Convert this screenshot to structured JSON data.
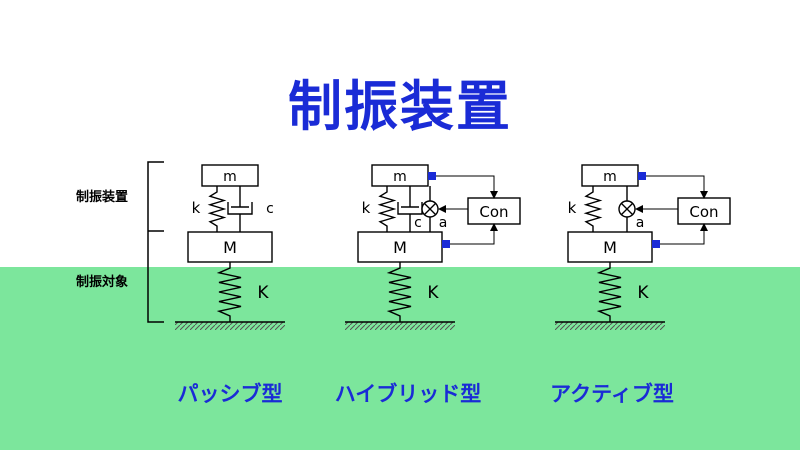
{
  "title": "制振装置",
  "side_labels": {
    "device": "制振装置",
    "target": "制振対象"
  },
  "systems": [
    {
      "type_label": "パッシブ型",
      "has_damper": true,
      "has_controller": false,
      "has_actuator": false
    },
    {
      "type_label": "ハイブリッド型",
      "has_damper": true,
      "has_controller": true,
      "has_actuator": true
    },
    {
      "type_label": "アクティブ型",
      "has_damper": false,
      "has_controller": true,
      "has_actuator": true
    }
  ],
  "symbols": {
    "small_mass": "m",
    "main_mass": "M",
    "small_spring": "k",
    "main_spring": "K",
    "damper": "c",
    "actuator": "a",
    "controller": "Con"
  },
  "colors": {
    "title": "#1a2bd6",
    "ground_area": "#7ce69c",
    "sensor": "#1a2bd6"
  }
}
